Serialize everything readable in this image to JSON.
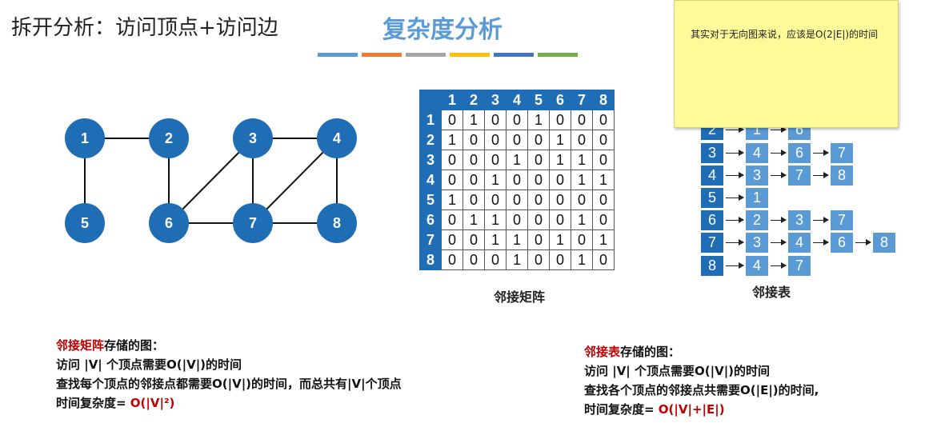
{
  "title_left": "拆开分析：访问顶点+访问边",
  "title_main": "复杂度分析",
  "accent_bars": [
    "#5b9bd5",
    "#ed7d31",
    "#a5a5a5",
    "#ffc000",
    "#4472c4",
    "#70ad47"
  ],
  "sticky_note": "其实对于无向图来说，应该是O(2|E|)的时间",
  "graph": {
    "node_color": "#1f6db4",
    "nodes": [
      "1",
      "2",
      "3",
      "4",
      "5",
      "6",
      "7",
      "8"
    ],
    "edges": [
      [
        "1",
        "2"
      ],
      [
        "1",
        "5"
      ],
      [
        "2",
        "6"
      ],
      [
        "3",
        "6"
      ],
      [
        "3",
        "7"
      ],
      [
        "3",
        "4"
      ],
      [
        "4",
        "7"
      ],
      [
        "4",
        "8"
      ],
      [
        "6",
        "7"
      ],
      [
        "7",
        "8"
      ]
    ]
  },
  "matrix": {
    "col_headers": [
      "1",
      "2",
      "3",
      "4",
      "5",
      "6",
      "7",
      "8"
    ],
    "row_headers": [
      "1",
      "2",
      "3",
      "4",
      "5",
      "6",
      "7",
      "8"
    ],
    "rows": [
      [
        "0",
        "1",
        "0",
        "0",
        "1",
        "0",
        "0",
        "0"
      ],
      [
        "1",
        "0",
        "0",
        "0",
        "0",
        "1",
        "0",
        "0"
      ],
      [
        "0",
        "0",
        "0",
        "1",
        "0",
        "1",
        "1",
        "0"
      ],
      [
        "0",
        "0",
        "1",
        "0",
        "0",
        "0",
        "1",
        "1"
      ],
      [
        "1",
        "0",
        "0",
        "0",
        "0",
        "0",
        "0",
        "0"
      ],
      [
        "0",
        "1",
        "1",
        "0",
        "0",
        "0",
        "1",
        "0"
      ],
      [
        "0",
        "0",
        "1",
        "1",
        "0",
        "1",
        "0",
        "1"
      ],
      [
        "0",
        "0",
        "0",
        "1",
        "0",
        "0",
        "1",
        "0"
      ]
    ],
    "caption": "邻接矩阵"
  },
  "adjacency_list": {
    "rows": [
      {
        "head": "2",
        "neighbors": [
          "1",
          "6"
        ]
      },
      {
        "head": "3",
        "neighbors": [
          "4",
          "6",
          "7"
        ]
      },
      {
        "head": "4",
        "neighbors": [
          "3",
          "7",
          "8"
        ]
      },
      {
        "head": "5",
        "neighbors": [
          "1"
        ]
      },
      {
        "head": "6",
        "neighbors": [
          "2",
          "3",
          "7"
        ]
      },
      {
        "head": "7",
        "neighbors": [
          "3",
          "4",
          "6",
          "8"
        ]
      },
      {
        "head": "8",
        "neighbors": [
          "4",
          "7"
        ]
      }
    ],
    "caption": "邻接表"
  },
  "note_matrix": {
    "title_red": "邻接矩阵",
    "title_rest": "存储的图：",
    "line1": "访问 |V| 个顶点需要O(|V|)的时间",
    "line2": "查找每个顶点的邻接点都需要O(|V|)的时间，而总共有|V|个顶点",
    "line3_label": "时间复杂度= ",
    "line3_value": "O(|V|²)"
  },
  "note_list": {
    "title_red": "邻接表",
    "title_rest": "存储的图：",
    "line1": "访问 |V| 个顶点需要O(|V|)的时间",
    "line2": "查找各个顶点的邻接点共需要O(|E|)的时间,",
    "line3_label": "时间复杂度= ",
    "line3_value": "O(|V|+|E|)"
  }
}
